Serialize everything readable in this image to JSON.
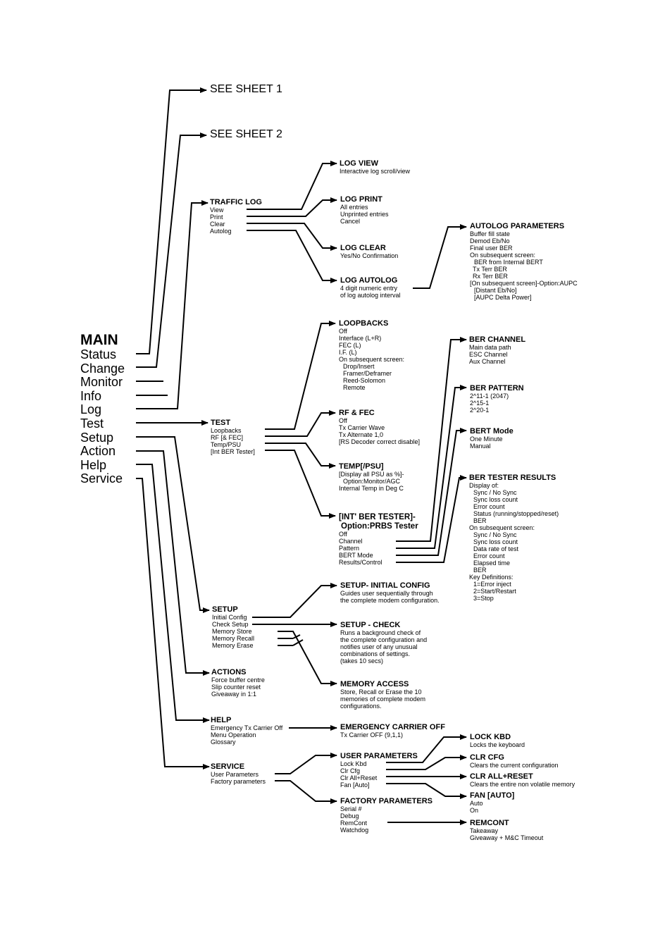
{
  "main": {
    "title": "MAIN",
    "items": [
      "Status",
      "Change",
      "Monitor",
      "Info",
      "Log",
      "Test",
      "Setup",
      "Action",
      "Help",
      "Service"
    ]
  },
  "sheets": {
    "sheet1": "SEE SHEET 1",
    "sheet2": "SEE SHEET 2"
  },
  "traffic_log": {
    "title": "TRAFFIC LOG",
    "items": [
      "View",
      "Print",
      "Clear",
      "Autolog"
    ]
  },
  "log_view": {
    "title": "LOG VIEW",
    "lines": [
      "Interactive log scroll/view"
    ]
  },
  "log_print": {
    "title": "LOG PRINT",
    "lines": [
      "All entries",
      "Unprinted entries",
      "Cancel"
    ]
  },
  "log_clear": {
    "title": "LOG CLEAR",
    "lines": [
      "Yes/No Confirmation"
    ]
  },
  "log_autolog": {
    "title": "LOG AUTOLOG",
    "lines": [
      "4 digit numeric entry",
      "of log autolog interval"
    ]
  },
  "autolog_parameters": {
    "title": "AUTOLOG PARAMETERS",
    "lines": [
      "Buffer fill state",
      "Demod Eb/No",
      "Final user BER",
      "On subsequent screen:",
      "  BER from Internal BERT",
      "Tx Terr BER",
      "Rx Terr BER",
      "[On subsequent screen]-Option:AUPC",
      "  [Distant Eb/No]",
      "  [AUPC Delta Power]"
    ]
  },
  "test": {
    "title": "TEST",
    "items": [
      "Loopbacks",
      "RF [& FEC]",
      "Temp/PSU",
      "[Int BER Tester]"
    ]
  },
  "loopbacks": {
    "title": "LOOPBACKS",
    "lines": [
      "Off",
      "Interface (L+R)",
      "FEC (L)",
      "I.F. (L)",
      "On subsequent screen:",
      "  Drop/Insert",
      "  Framer/Deframer",
      "  Reed-Solomon",
      "  Remote"
    ]
  },
  "rf_fec": {
    "title": "RF & FEC",
    "lines": [
      "Off",
      "Tx Carrier Wave",
      "Tx Alternate 1,0",
      "[RS Decoder correct disable]"
    ]
  },
  "temp_psu": {
    "title": "TEMP[/PSU]",
    "lines": [
      "[Display all PSU as %]-",
      "  Option:Monitor/AGC",
      "Internal Temp in Deg C"
    ]
  },
  "int_ber_tester": {
    "title": "[INT' BER TESTER]-",
    "title2": "Option:PRBS Tester",
    "lines": [
      "Off",
      "Channel",
      "Pattern",
      "BERT Mode",
      "Results/Control"
    ]
  },
  "ber_channel": {
    "title": "BER CHANNEL",
    "lines": [
      "Main data path",
      "ESC Channel",
      "Aux Channel"
    ]
  },
  "ber_pattern": {
    "title": "BER PATTERN",
    "lines": [
      "2^11-1 (2047)",
      "2^15-1",
      "2^20-1"
    ]
  },
  "bert_mode": {
    "title": "BERT Mode",
    "lines": [
      "One Minute",
      "Manual"
    ]
  },
  "ber_tester_results": {
    "title": "BER TESTER RESULTS",
    "lines": [
      "Display of:",
      "  Sync / No Sync",
      "  Sync loss count",
      "  Error count",
      "  Status (running/stopped/reset)",
      "  BER",
      "On subsequent screen:",
      "  Sync / No Sync",
      "  Sync loss count",
      "  Data rate of test",
      "  Error count",
      "  Elapsed time",
      "  BER",
      "Key Definitions:",
      "  1=Error inject",
      "  2=Start/Restart",
      "  3=Stop"
    ]
  },
  "setup": {
    "title": "SETUP",
    "items": [
      "Initial Config",
      "Check Setup",
      "Memory Store",
      "Memory Recall",
      "Memory Erase"
    ]
  },
  "setup_initial_config": {
    "title": "SETUP- INITIAL CONFIG",
    "lines": [
      "Guides user sequentially through",
      "the complete modem configuration."
    ]
  },
  "setup_check": {
    "title": "SETUP - CHECK",
    "lines": [
      "Runs a background check of",
      "the complete configuration and",
      "notifies user of any unusual",
      "combinations of settings.",
      "(takes 10 secs)"
    ]
  },
  "memory_access": {
    "title": "MEMORY ACCESS",
    "lines": [
      "Store, Recall or Erase the 10",
      "memories of complete modem",
      "configurations."
    ]
  },
  "actions": {
    "title": "ACTIONS",
    "items": [
      "Force buffer centre",
      "Slip counter reset",
      "Giveaway in 1:1"
    ]
  },
  "help": {
    "title": "HELP",
    "items": [
      "Emergency Tx Carrier Off",
      "Menu Operation",
      "Glossary"
    ]
  },
  "emergency_carrier_off": {
    "title": "EMERGENCY CARRIER OFF",
    "lines": [
      "Tx Carrier OFF (9,1,1)"
    ]
  },
  "service": {
    "title": "SERVICE",
    "items": [
      "User Parameters",
      "Factory parameters"
    ]
  },
  "user_parameters": {
    "title": "USER PARAMETERS",
    "lines": [
      "Lock Kbd",
      "Clr Cfg",
      "Clr All+Reset",
      "Fan [Auto]"
    ]
  },
  "factory_parameters": {
    "title": "FACTORY PARAMETERS",
    "lines": [
      "Serial #",
      "Debug",
      "RemCont",
      "Watchdog"
    ]
  },
  "lock_kbd": {
    "title": "LOCK KBD",
    "lines": [
      "Locks the keyboard"
    ]
  },
  "clr_cfg": {
    "title": "CLR CFG",
    "lines": [
      "Clears the current configuration"
    ]
  },
  "clr_all_reset": {
    "title": "CLR ALL+RESET",
    "lines": [
      "Clears the entire non volatile memory"
    ]
  },
  "fan_auto": {
    "title": "FAN [AUTO]",
    "lines": [
      "Auto",
      "On"
    ]
  },
  "remcont": {
    "title": "REMCONT",
    "lines": [
      "Takeaway",
      "Giveaway + M&C Timeout"
    ]
  }
}
